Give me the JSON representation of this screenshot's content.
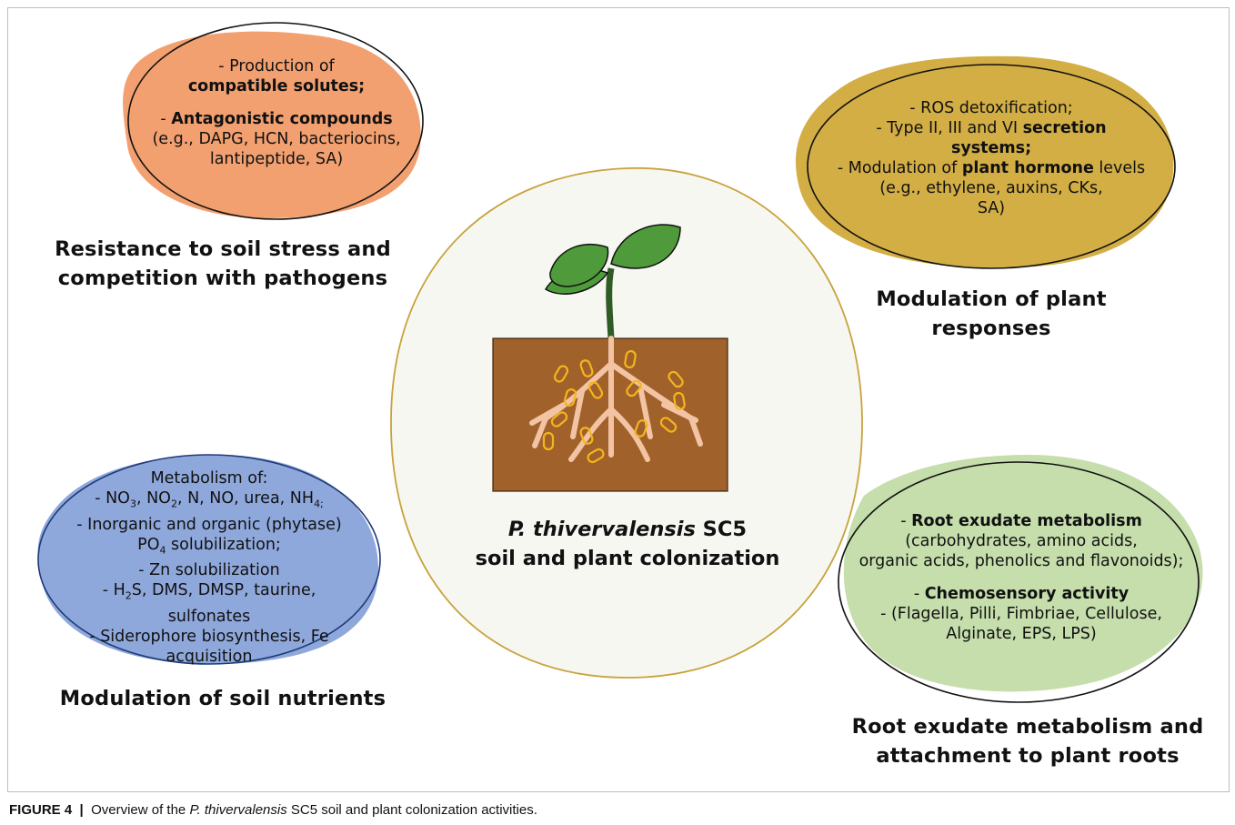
{
  "top_left": {
    "line1": "-  Production of",
    "line2": "compatible solutes;",
    "line3_prefix": "-  ",
    "line3_bold": "Antagonistic compounds",
    "line4": "(e.g., DAPG, HCN, bacteriocins,",
    "line5": "lantipeptide, SA)",
    "heading1": "Resistance to soil stress and",
    "heading2": "competition with pathogens"
  },
  "top_right": {
    "line1": "-  ROS detoxification;",
    "line2_prefix": "-  Type II, III and VI ",
    "line2_bold": "secretion",
    "line3_bold": "systems;",
    "line4_prefix": "-  Modulation of ",
    "line4_bold": "plant hormone",
    "line4_suffix": " levels",
    "line5": "(e.g., ethylene, auxins, CKs,",
    "line6": "SA)",
    "heading1": "Modulation of plant",
    "heading2": "responses"
  },
  "bottom_left": {
    "line1": "Metabolism of:",
    "line2_a": "- NO",
    "line2_s1": "3",
    "line2_b": ", NO",
    "line2_s2": "2",
    "line2_c": ", N, NO, urea, NH",
    "line2_s3": "4;",
    "line3": "- Inorganic and organic (phytase)",
    "line4_a": "PO",
    "line4_s": "4",
    "line4_b": " solubilization;",
    "line5": "- Zn solubilization",
    "line6_a": "- H",
    "line6_s": "2",
    "line6_b": "S, DMS, DMSP, taurine,",
    "line7": "sulfonates",
    "line8": "- Siderophore biosynthesis, Fe",
    "line9": "acquisition",
    "heading": "Modulation of soil nutrients"
  },
  "bottom_right": {
    "line1_prefix": "-  ",
    "line1_bold": "Root exudate metabolism",
    "line2": "(carbohydrates, amino acids,",
    "line3": "organic acids, phenolics and flavonoids);",
    "line4_prefix": "-  ",
    "line4_bold": "Chemosensory activity",
    "line5": "-  (Flagella, Pilli, Fimbriae, Cellulose,",
    "line6": "Alginate, EPS, LPS)",
    "heading1": "Root exudate metabolism and",
    "heading2": "attachment to plant roots"
  },
  "center": {
    "title_italic": "P. thivervalensis",
    "title_rest": " SC5",
    "title_line2": "soil and plant colonization"
  },
  "caption": {
    "label": "FIGURE 4",
    "sep": "  |  ",
    "text_a": "Overview of the ",
    "text_italic": "P. thivervalensis",
    "text_b": " SC5 soil and plant colonization activities."
  },
  "colors": {
    "orange": "#f2a070",
    "mustard": "#d2ae45",
    "blue": "#8fa8dc",
    "green": "#c5deac",
    "center_fill": "#f6f7f1",
    "center_stroke": "#c8a23c",
    "soil": "#a0622a",
    "leaf": "#4f9a3a",
    "root": "#f3c4a4",
    "bacteria": "#f4b51c"
  }
}
